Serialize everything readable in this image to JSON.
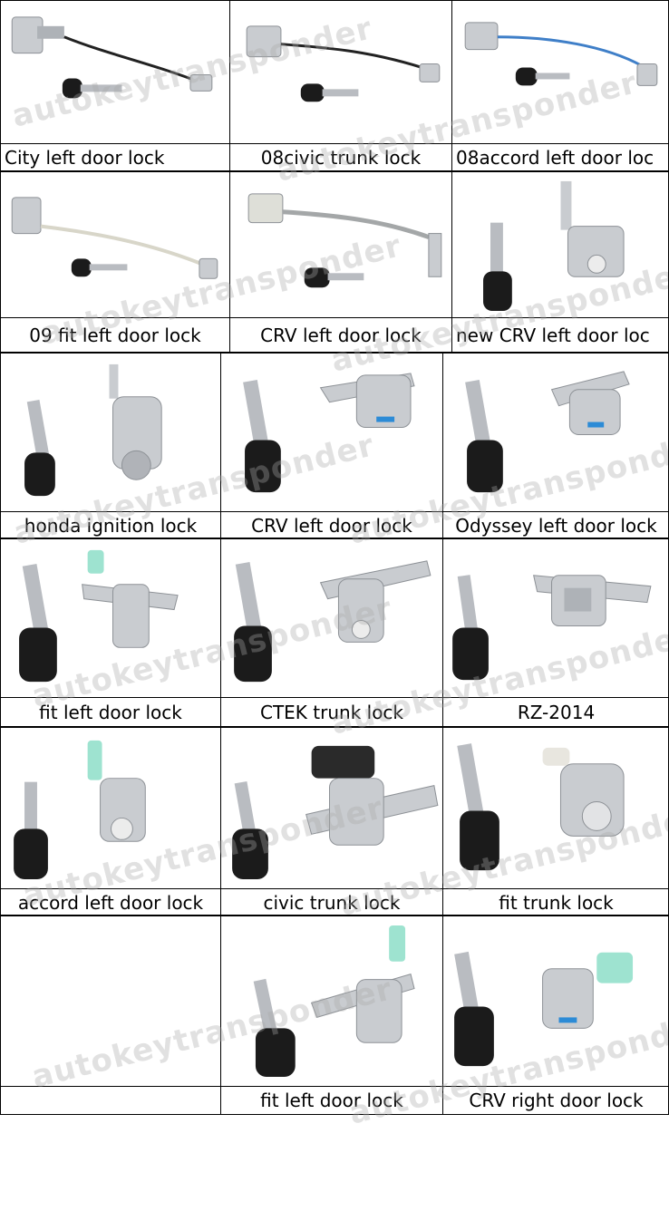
{
  "watermark": "autokeytransponder",
  "colors": {
    "key_black": "#1b1b1b",
    "metal": "#c9ccd0",
    "metal_dark": "#8d9196",
    "cable_black": "#222222",
    "cable_blue": "#3f7fc8",
    "cable_beige": "#d8d6c9",
    "clip_green": "#9ee3d0",
    "blue_tab": "#2c8bd6"
  },
  "rows": [
    {
      "cells": [
        {
          "caption": "City left door lock"
        },
        {
          "caption": "08civic trunk lock"
        },
        {
          "caption": "08accord left door loc"
        }
      ]
    },
    {
      "cells": [
        {
          "caption": "09 fit left door lock"
        },
        {
          "caption": "CRV left door lock"
        },
        {
          "caption": "new CRV left door loc"
        }
      ]
    },
    {
      "cells": [
        {
          "caption": "honda ignition lock"
        },
        {
          "caption": "CRV left door lock"
        },
        {
          "caption": "Odyssey left door lock"
        }
      ]
    },
    {
      "cells": [
        {
          "caption": "fit left door lock"
        },
        {
          "caption": "CTEK trunk lock"
        },
        {
          "caption": "RZ-2014"
        }
      ]
    },
    {
      "cells": [
        {
          "caption": "accord left door lock"
        },
        {
          "caption": "civic trunk lock"
        },
        {
          "caption": "fit trunk lock"
        }
      ]
    },
    {
      "cells": [
        {
          "caption": ""
        },
        {
          "caption": "fit left door lock"
        },
        {
          "caption": "CRV right door lock"
        }
      ]
    }
  ]
}
